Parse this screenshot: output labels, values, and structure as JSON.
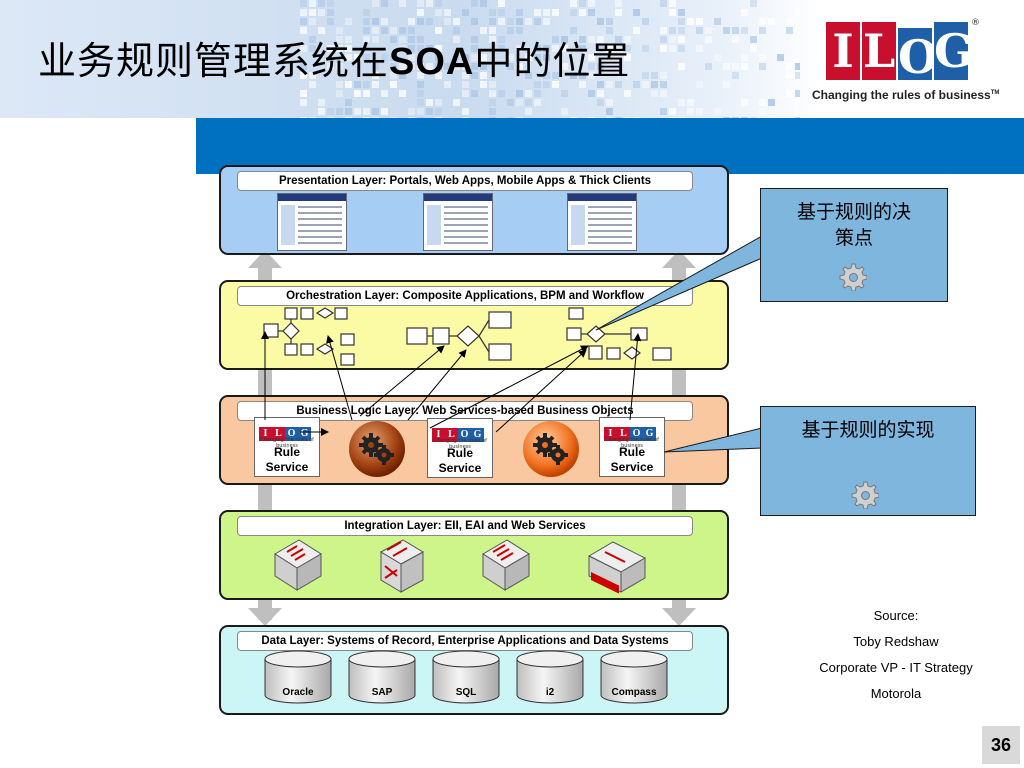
{
  "slide": {
    "title_prefix": "业务规则管理系统在",
    "title_emph": "SOA",
    "title_suffix": "中的位置",
    "page_number": "36"
  },
  "logo": {
    "letters": [
      "I",
      "L",
      "O",
      "G"
    ],
    "tagline": "Changing the rules of business",
    "trademark": "TM",
    "registered": "®",
    "colors": [
      "#c8102e",
      "#c8102e",
      "#1f5fa8",
      "#1f5fa8"
    ]
  },
  "layers": [
    {
      "title": "Presentation Layer: Portals, Web Apps, Mobile Apps & Thick Clients",
      "fill": "#a6cdf3"
    },
    {
      "title": "Orchestration Layer: Composite Applications, BPM and Workflow",
      "fill": "#fbfba6"
    },
    {
      "title": "Business Logic Layer: Web Services-based Business Objects",
      "fill": "#f9c8a0"
    },
    {
      "title": "Integration Layer: EII, EAI and Web Services",
      "fill": "#cdf58a"
    },
    {
      "title": "Data Layer: Systems of Record, Enterprise Applications and Data Systems",
      "fill": "#ccf5f5"
    }
  ],
  "rule_services": [
    {
      "label": "Rule Service",
      "tagline": "Changing the rules of business"
    },
    {
      "label": "Rule Service",
      "tagline": "Changing the rules of business"
    },
    {
      "label": "Rule Service",
      "tagline": "Changing the rules of business"
    }
  ],
  "databases": [
    "Oracle",
    "SAP",
    "SQL",
    "i2",
    "Compass"
  ],
  "callouts": [
    {
      "lines": [
        "基于规则的决",
        "策点"
      ],
      "icon": "gear-icon"
    },
    {
      "lines": [
        "基于规则的实现"
      ],
      "icon": "gear-icon"
    }
  ],
  "source": {
    "lines": [
      "Source:",
      "Toby Redshaw",
      "Corporate VP - IT Strategy",
      "Motorola"
    ]
  }
}
